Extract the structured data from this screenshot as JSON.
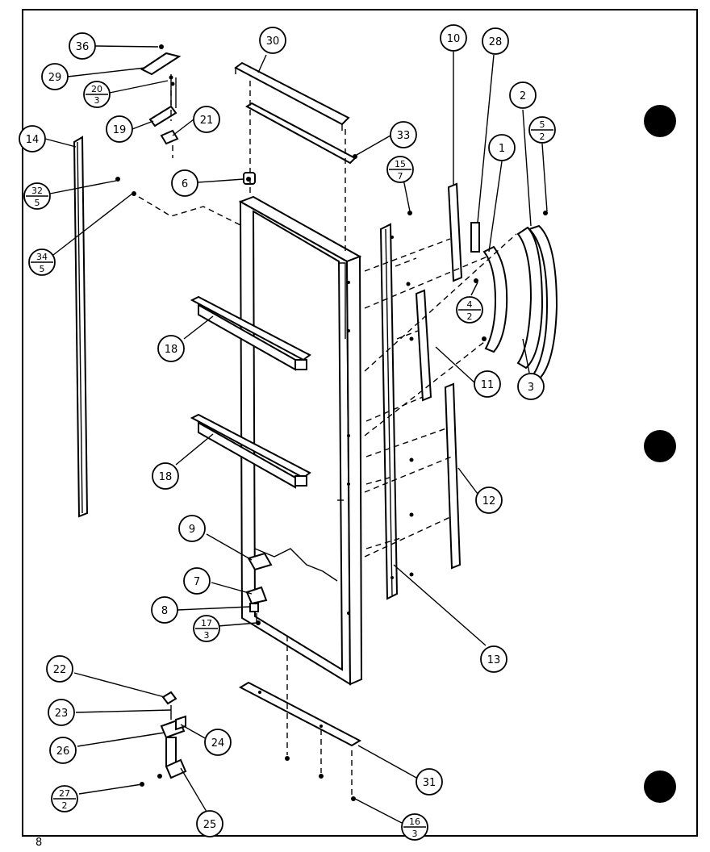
{
  "callouts": {
    "c36": "36",
    "c29": "29",
    "c20_num": "20",
    "c20_den": "3",
    "c19": "19",
    "c21": "21",
    "c14": "14",
    "c6": "6",
    "c32_num": "32",
    "c32_den": "5",
    "c34_num": "34",
    "c34_den": "5",
    "c30": "30",
    "c33": "33",
    "c15_num": "15",
    "c15_den": "7",
    "c10": "10",
    "c28": "28",
    "c1": "1",
    "c2": "2",
    "c5_num": "5",
    "c5_den": "2",
    "c4_num": "4",
    "c4_den": "2",
    "c3": "3",
    "c11": "11",
    "c12": "12",
    "c13": "13",
    "c18a": "18",
    "c18b": "18",
    "c9": "9",
    "c7": "7",
    "c8": "8",
    "c17_num": "17",
    "c17_den": "3",
    "c22": "22",
    "c23": "23",
    "c24": "24",
    "c26": "26",
    "c27_num": "27",
    "c27_den": "2",
    "c25": "25",
    "c31": "31",
    "c16_num": "16",
    "c16_den": "3"
  },
  "page_number": "8"
}
